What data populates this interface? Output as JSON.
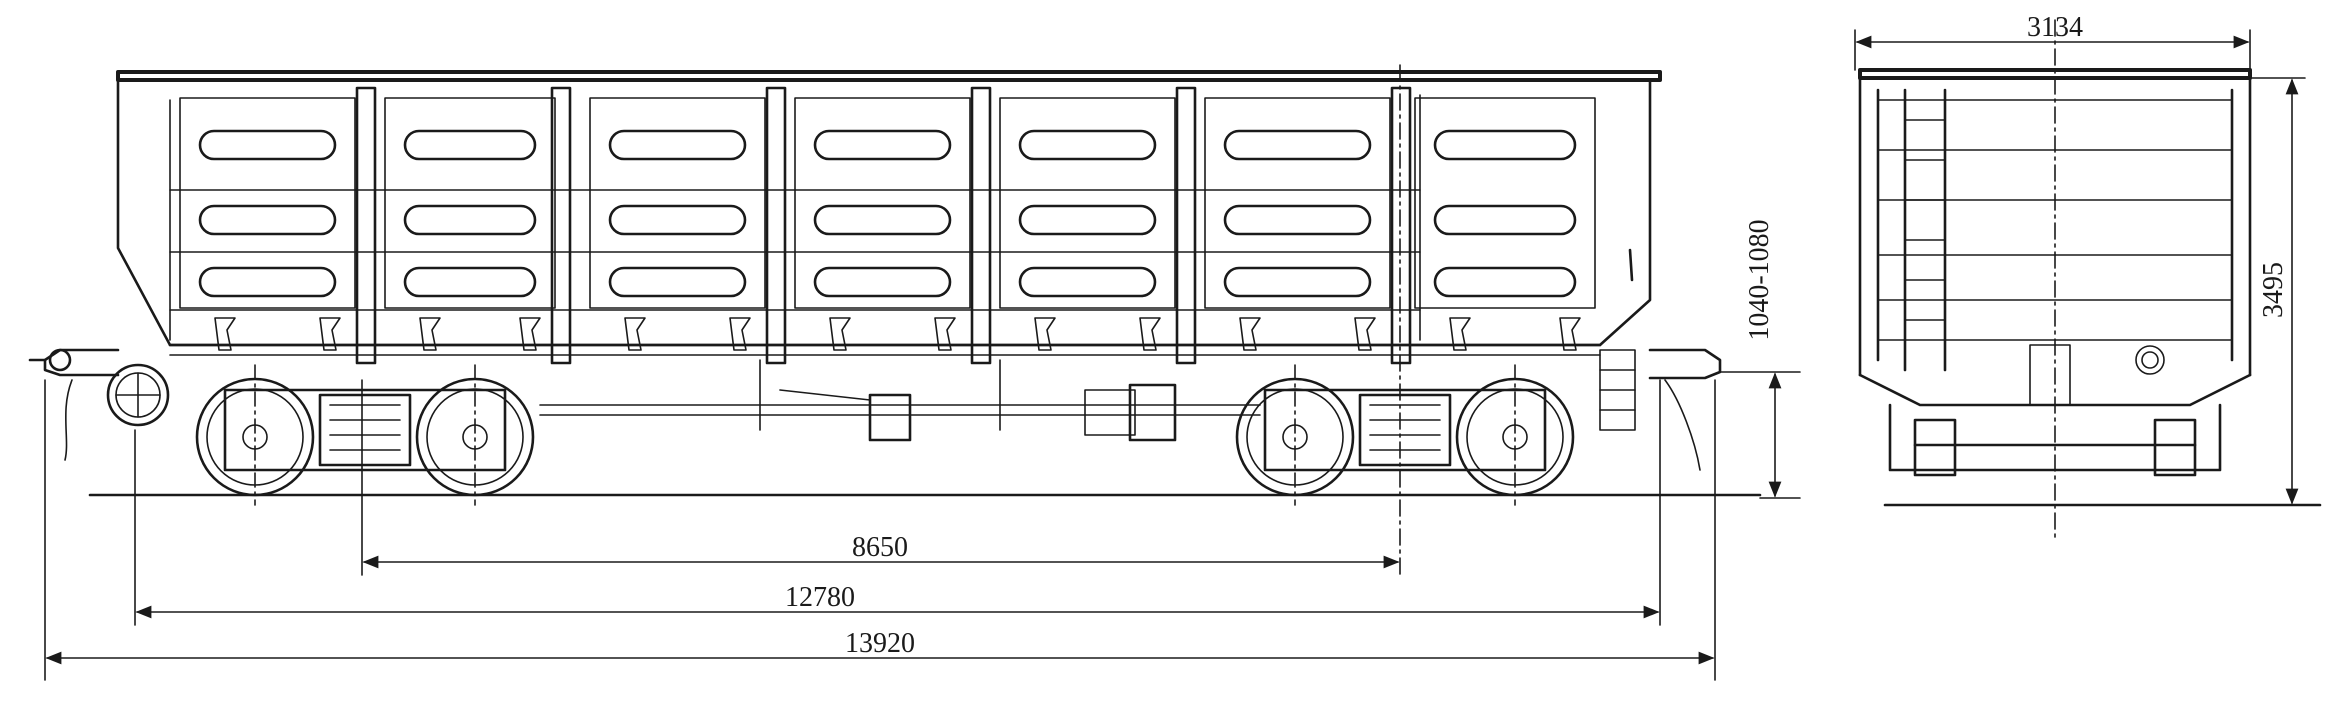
{
  "dimensions": {
    "bogie_centers": "8650",
    "coupling_axis": "12780",
    "overall_length": "13920",
    "coupler_height": "1040-1080",
    "width": "3134",
    "height": "3495"
  },
  "colors": {
    "line": "#1a1a1a",
    "background": "#ffffff"
  }
}
